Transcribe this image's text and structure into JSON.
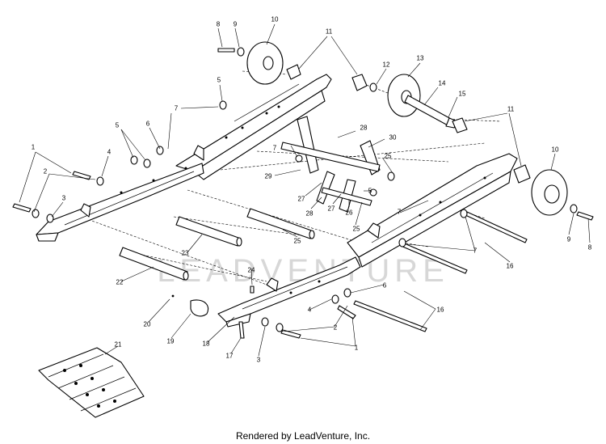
{
  "footer": "Rendered by LeadVenture, Inc.",
  "watermark": "LEADVENTURE",
  "callouts": [
    {
      "id": "c8a",
      "label": "8"
    },
    {
      "id": "c9a",
      "label": "9"
    },
    {
      "id": "c10a",
      "label": "10"
    },
    {
      "id": "c11a",
      "label": "11"
    },
    {
      "id": "c12",
      "label": "12"
    },
    {
      "id": "c13",
      "label": "13"
    },
    {
      "id": "c14",
      "label": "14"
    },
    {
      "id": "c15",
      "label": "15"
    },
    {
      "id": "c11b",
      "label": "11"
    },
    {
      "id": "c10b",
      "label": "10"
    },
    {
      "id": "c9b",
      "label": "9"
    },
    {
      "id": "c8b",
      "label": "8"
    },
    {
      "id": "c5a",
      "label": "5"
    },
    {
      "id": "c7a",
      "label": "7"
    },
    {
      "id": "c5b",
      "label": "5"
    },
    {
      "id": "c6a",
      "label": "6"
    },
    {
      "id": "c28a",
      "label": "28"
    },
    {
      "id": "c30",
      "label": "30"
    },
    {
      "id": "c7b",
      "label": "7"
    },
    {
      "id": "c25a",
      "label": "25"
    },
    {
      "id": "c1a",
      "label": "1"
    },
    {
      "id": "c4a",
      "label": "4"
    },
    {
      "id": "c2a",
      "label": "2"
    },
    {
      "id": "c3a",
      "label": "3"
    },
    {
      "id": "c29",
      "label": "29"
    },
    {
      "id": "c27a",
      "label": "27"
    },
    {
      "id": "c5c",
      "label": "5"
    },
    {
      "id": "c28b",
      "label": "28"
    },
    {
      "id": "c27b",
      "label": "27"
    },
    {
      "id": "c26",
      "label": "26"
    },
    {
      "id": "c25b",
      "label": "25"
    },
    {
      "id": "c7c",
      "label": "7"
    },
    {
      "id": "c25c",
      "label": "25"
    },
    {
      "id": "c23",
      "label": "23"
    },
    {
      "id": "c7d",
      "label": "7"
    },
    {
      "id": "c16a",
      "label": "16"
    },
    {
      "id": "c22",
      "label": "22"
    },
    {
      "id": "c24",
      "label": "24"
    },
    {
      "id": "c6b",
      "label": "6"
    },
    {
      "id": "c20",
      "label": "20"
    },
    {
      "id": "c19",
      "label": "19"
    },
    {
      "id": "c18",
      "label": "18"
    },
    {
      "id": "c4b",
      "label": "4"
    },
    {
      "id": "c16b",
      "label": "16"
    },
    {
      "id": "c2b",
      "label": "2"
    },
    {
      "id": "c17",
      "label": "17"
    },
    {
      "id": "c3b",
      "label": "3"
    },
    {
      "id": "c1b",
      "label": "1"
    },
    {
      "id": "c21",
      "label": "21"
    }
  ]
}
